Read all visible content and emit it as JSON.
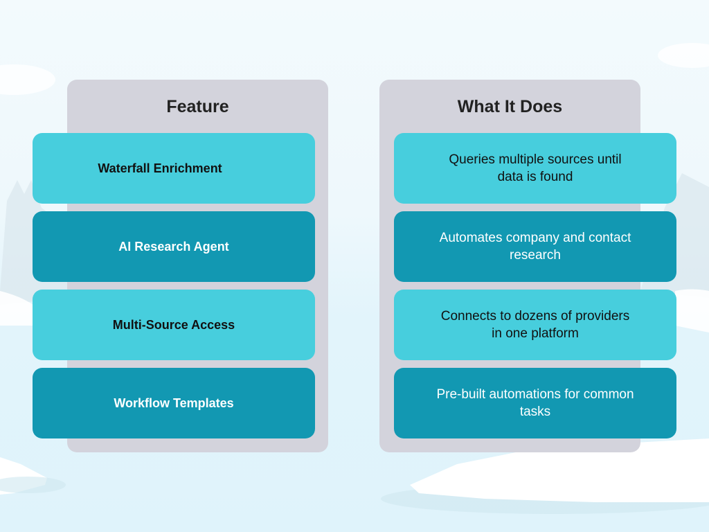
{
  "columns": {
    "left_header": "Feature",
    "right_header": "What It Does"
  },
  "rows": [
    {
      "feature": "Waterfall Enrichment",
      "description": "Queries multiple sources until data is found",
      "style": "light"
    },
    {
      "feature": "AI Research Agent",
      "description": "Automates company and contact research",
      "style": "dark"
    },
    {
      "feature": "Multi-Source Access",
      "description": "Connects to dozens of providers in one platform",
      "style": "light"
    },
    {
      "feature": "Workflow Templates",
      "description": "Pre-built automations for common tasks",
      "style": "dark"
    }
  ],
  "colors": {
    "panel": "#d3d3dc",
    "card_light": "#47cedd",
    "card_dark": "#1298b2",
    "header_text": "#222222"
  }
}
